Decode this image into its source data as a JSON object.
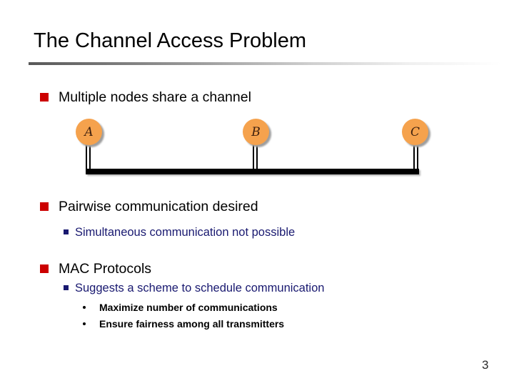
{
  "slide": {
    "title": "The Channel Access Problem",
    "page_number": "3"
  },
  "bullets": {
    "item1": {
      "label": "Multiple nodes share a channel"
    },
    "item2": {
      "label": "Pairwise communication desired",
      "sub1": {
        "label": "Simultaneous communication not possible"
      }
    },
    "item3": {
      "label": "MAC Protocols",
      "sub1": {
        "label": "Suggests a scheme to schedule communication",
        "children": [
          {
            "label": "Maximize number of communications"
          },
          {
            "label": "Ensure fairness among all transmitters"
          }
        ]
      }
    }
  },
  "diagram": {
    "nodes": [
      {
        "label": "A"
      },
      {
        "label": "B"
      },
      {
        "label": "C"
      }
    ]
  },
  "colors": {
    "level1_bullet": "#cc0000",
    "level2_bullet_and_text": "#191970",
    "node_fill": "#f5a24d",
    "node_shadow": "#9e9e9e",
    "channel_bar": "#000000",
    "title_rule_start": "#585858",
    "title_rule_end": "#ffffff"
  }
}
